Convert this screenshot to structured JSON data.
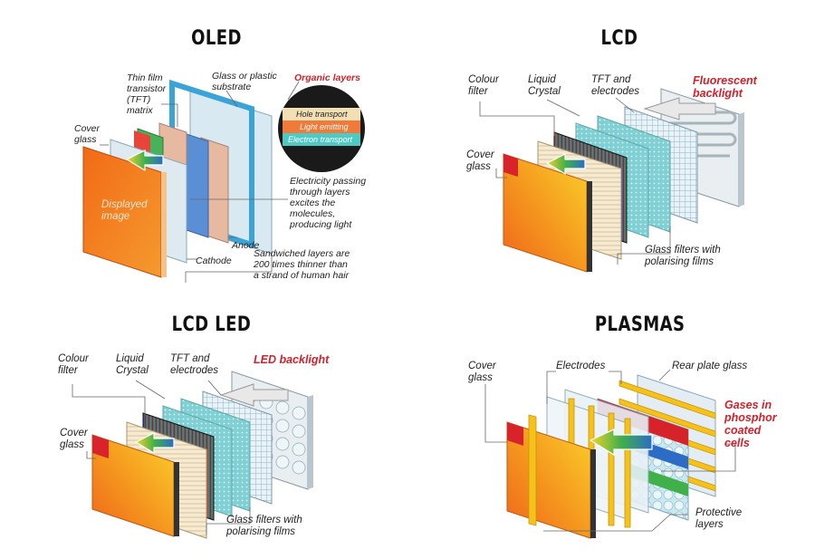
{
  "panels": {
    "oled": {
      "title": "OLED",
      "labels": {
        "tft": "Thin film\ntransistor\n(TFT)\nmatrix",
        "substrate": "Glass or plastic\nsubstrate",
        "organic": "Organic layers",
        "cover": "Cover\nglass",
        "displayed": "Displayed\nimage",
        "electricity": "Electricity passing\nthrough layers\nexcites the\nmolecules,\nproducing light",
        "anode": "Anode",
        "cathode": "Cathode",
        "sandwiched": "Sandwiched layers are\n200 times thinner than\na strand of human hair",
        "hole": "Hole transport",
        "emitting": "Light emitting",
        "electron": "Electron transport"
      }
    },
    "lcd": {
      "title": "LCD",
      "labels": {
        "colour": "Colour\nfilter",
        "liquid": "Liquid\nCrystal",
        "tft": "TFT and\nelectrodes",
        "fluorescent": "Fluorescent\nbacklight",
        "cover": "Cover\nglass",
        "glass": "Glass filters with\npolarising films"
      }
    },
    "lcdled": {
      "title": "LCD LED",
      "labels": {
        "colour": "Colour\nfilter",
        "liquid": "Liquid\nCrystal",
        "tft": "TFT and\nelectrodes",
        "led": "LED backlight",
        "cover": "Cover\nglass",
        "glass": "Glass filters with\npolarising films"
      }
    },
    "plasma": {
      "title": "PLASMAS",
      "labels": {
        "cover": "Cover\nglass",
        "electrodes": "Electrodes",
        "rear": "Rear plate glass",
        "gases": "Gases in\nphosphor\ncoated\ncells",
        "protective": "Protective\nlayers"
      }
    }
  },
  "colors": {
    "red_label": "#d3202a",
    "orange": "#f27a1a",
    "glass": "#cfe3ef",
    "frame_blue": "#3aa3d8"
  }
}
